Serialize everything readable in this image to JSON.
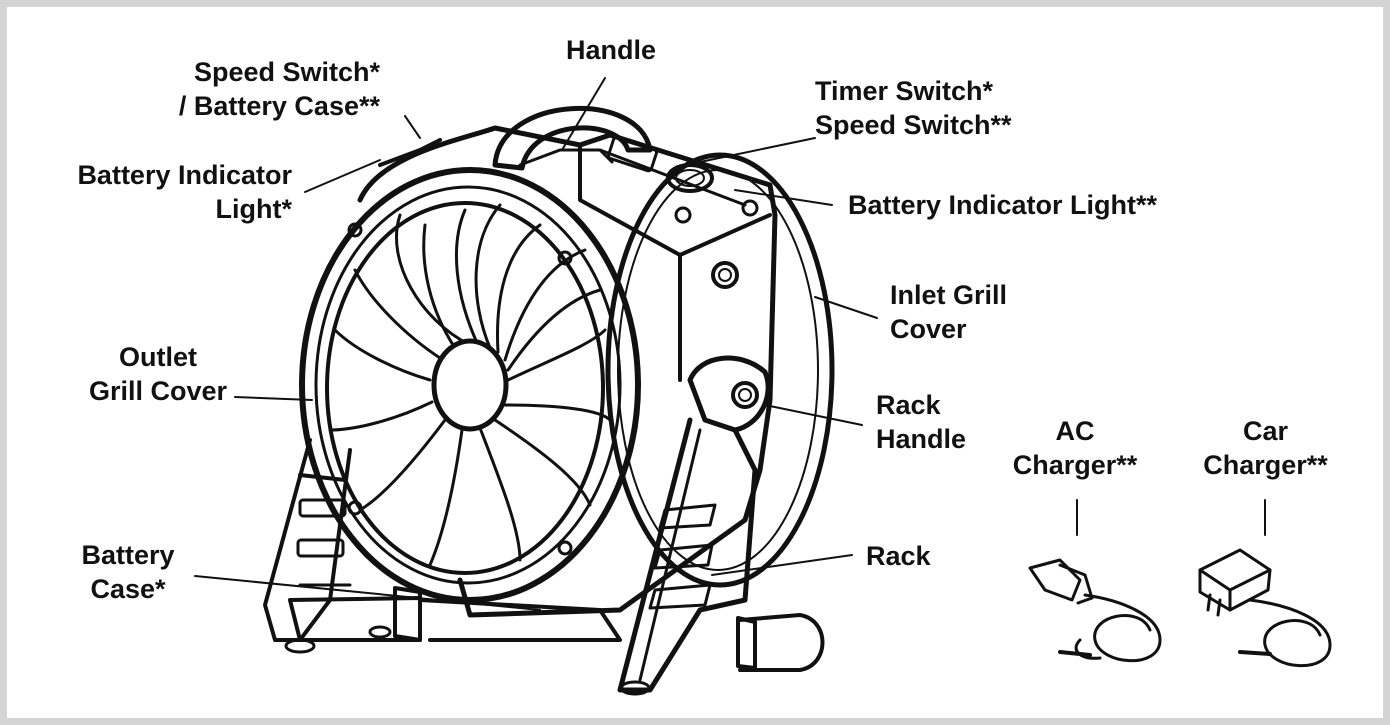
{
  "colors": {
    "ink": "#111111",
    "frame": "#d4d4d4",
    "background": "#ffffff"
  },
  "labels": {
    "handle": [
      "Handle"
    ],
    "speed_switch_battery_case": [
      "Speed Switch*",
      "/ Battery Case**"
    ],
    "timer_speed_switch": [
      "Timer Switch*",
      "Speed Switch**"
    ],
    "battery_indicator_light_left": [
      "Battery Indicator",
      "Light*"
    ],
    "battery_indicator_light_right": [
      "Battery Indicator Light**"
    ],
    "inlet_grill_cover": [
      "Inlet Grill",
      "Cover"
    ],
    "outlet_grill_cover": [
      "Outlet",
      "Grill Cover"
    ],
    "rack_handle": [
      "Rack",
      "Handle"
    ],
    "ac_charger": [
      "AC",
      "Charger**"
    ],
    "car_charger": [
      "Car",
      "Charger**"
    ],
    "battery_case": [
      "Battery",
      "Case*"
    ],
    "rack": [
      "Rack"
    ]
  }
}
